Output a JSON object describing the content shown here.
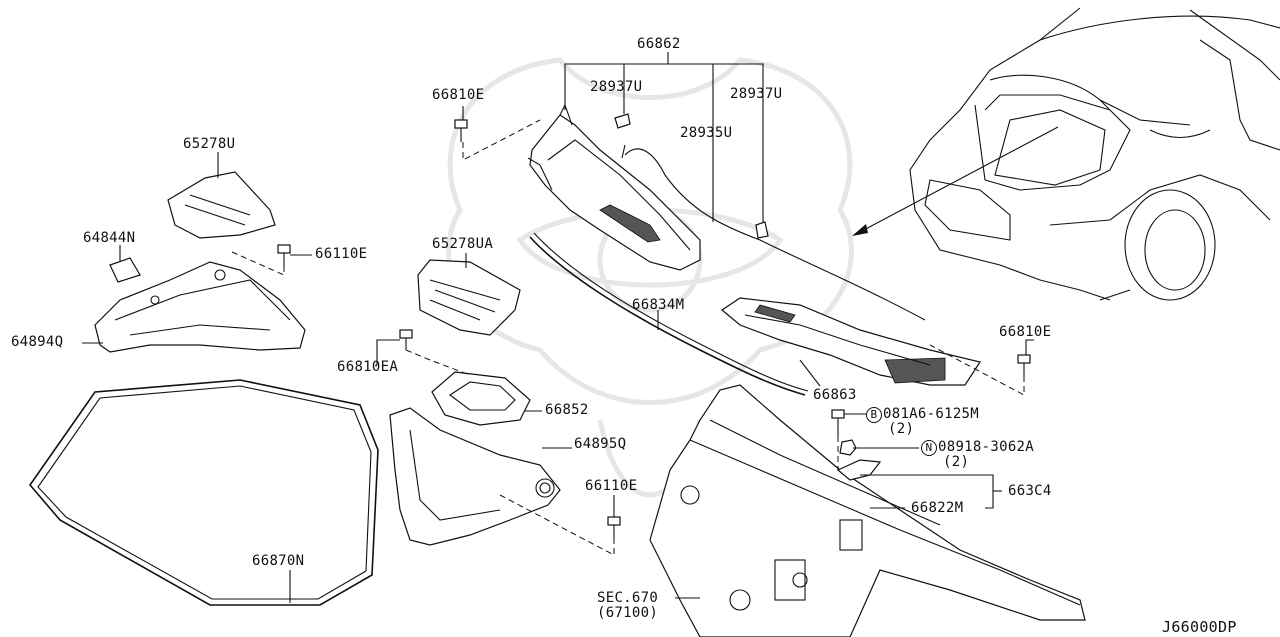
{
  "diagram": {
    "code": "J66000DP",
    "labels": {
      "p66862": "66862",
      "p28937U_a": "28937U",
      "p28937U_b": "28937U",
      "p28935U": "28935U",
      "p66810E_a": "66810E",
      "p65278U": "65278U",
      "p64844N": "64844N",
      "p66110E_a": "66110E",
      "p64894Q": "64894Q",
      "p65278UA": "65278UA",
      "p66834M": "66834M",
      "p66810E_b": "66810E",
      "p66810EA": "66810EA",
      "p66863": "66863",
      "p66852": "66852",
      "p64895Q": "64895Q",
      "p081A6": "081A6-6125M",
      "p081A6_qty": "(2)",
      "p081A6_mark": "B",
      "p08918": "08918-3062A",
      "p08918_qty": "(2)",
      "p08918_mark": "N",
      "p66110E_b": "66110E",
      "p663C4": "663C4",
      "p66822M": "66822M",
      "p66870N": "66870N",
      "sec670": "SEC.670",
      "sec670_ref": "(67100)"
    }
  }
}
